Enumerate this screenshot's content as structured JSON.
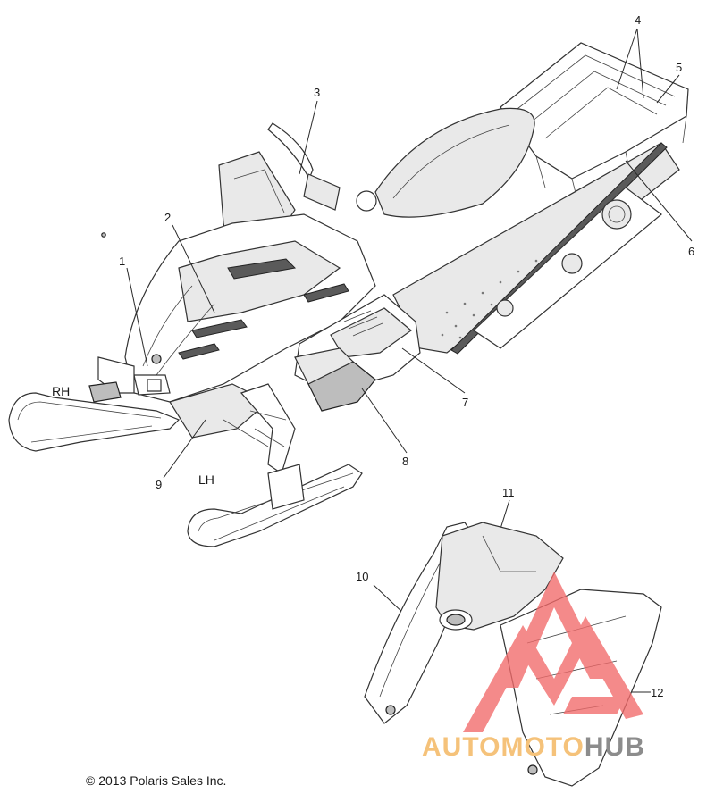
{
  "diagram": {
    "callouts": [
      "1",
      "2",
      "3",
      "4",
      "5",
      "6",
      "7",
      "8",
      "9",
      "10",
      "11",
      "12"
    ],
    "side_labels": {
      "rh": "RH",
      "lh": "LH"
    },
    "copyright": "© 2013 Polaris Sales Inc."
  },
  "watermark": {
    "brand_part1": "AUTOMOTO",
    "brand_part2": "HUB",
    "colors": {
      "accent": "#f26a6a",
      "accent_text": "#f5c27a",
      "hub_text": "#8c8c8c"
    }
  }
}
